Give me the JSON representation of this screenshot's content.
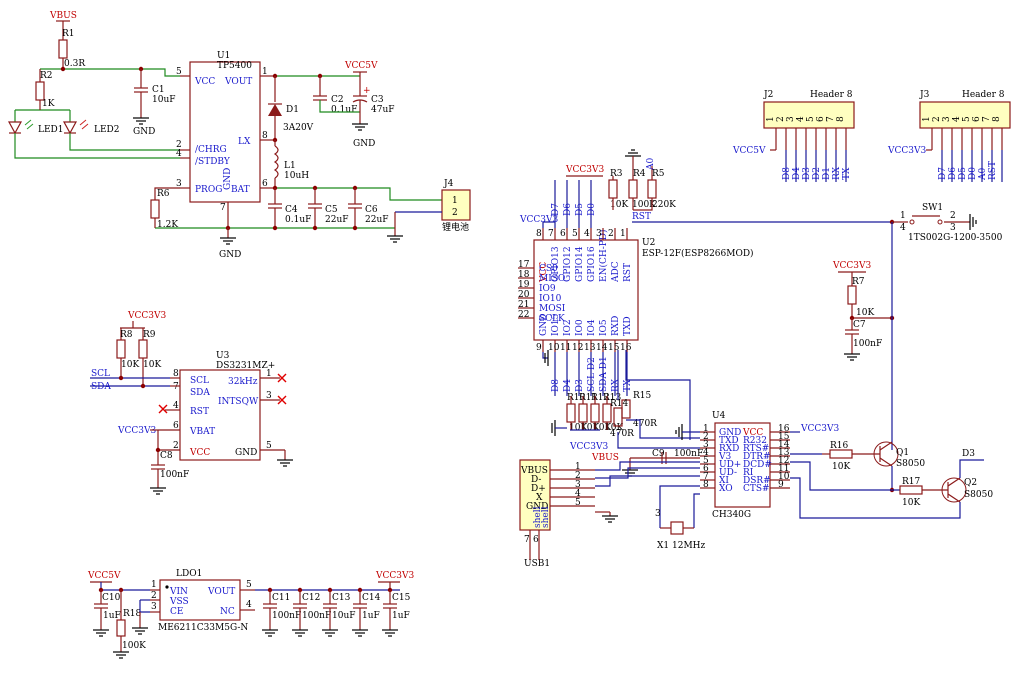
{
  "power": {
    "vbus": "VBUS",
    "vcc5v": "VCC5V",
    "vcc3v3": "VCC3V3",
    "gnd": "GND"
  },
  "charger": {
    "u1_ref": "U1",
    "u1_part": "TP5400",
    "pins": {
      "vcc": "VCC",
      "vout": "VOUT",
      "chrg": "/CHRG",
      "stdby": "/STDBY",
      "lx": "LX",
      "prog": "PROG",
      "bat": "BAT",
      "gnd": "GND"
    },
    "pin_nums": {
      "p5": "5",
      "p1": "1",
      "p2": "2",
      "p4": "4",
      "p8": "8",
      "p3": "3",
      "p6": "6",
      "p7": "7"
    },
    "r1": "R1",
    "r1_val": "0.3R",
    "r2": "R2",
    "r2_val": "1K",
    "r6": "R6",
    "r6_val": "1.2K",
    "c1": "C1",
    "c1_val": "10uF",
    "c2": "C2",
    "c2_val": "0.1uF",
    "c3": "C3",
    "c3_val": "47uF",
    "c4": "C4",
    "c4_val": "0.1uF",
    "c5": "C5",
    "c5_val": "22uF",
    "c6": "C6",
    "c6_val": "22uF",
    "d1": "D1",
    "d1_val": "3A20V",
    "l1": "L1",
    "l1_val": "10uH",
    "led1": "LED1",
    "led2": "LED2",
    "j4": "J4",
    "j4_p1": "1",
    "j4_p2": "2",
    "j4_val": "锂电池"
  },
  "rtc": {
    "u3_ref": "U3",
    "u3_part": "DS3231MZ+",
    "pins": {
      "scl": "SCL",
      "sda": "SDA",
      "rst": "RST",
      "vbat": "VBAT",
      "vcc": "VCC",
      "k32": "32kHz",
      "intsqw": "INTSQW",
      "gnd": "GND"
    },
    "pin_nums": {
      "p8": "8",
      "p7": "7",
      "p4": "4",
      "p6": "6",
      "p2": "2",
      "p1": "1",
      "p3": "3",
      "p5": "5"
    },
    "r8": "R8",
    "r8_val": "10K",
    "r9": "R9",
    "r9_val": "10K",
    "c8": "C8",
    "c8_val": "100nF",
    "scl": "SCL",
    "sda": "SDA"
  },
  "ldo": {
    "ref": "LDO1",
    "part": "ME6211C33M5G-N",
    "pins": {
      "vin": "VIN",
      "vss": "VSS",
      "ce": "CE",
      "vout": "VOUT",
      "nc": "NC"
    },
    "pin_nums": {
      "p1": "1",
      "p2": "2",
      "p3": "3",
      "p5": "5",
      "p4": "4"
    },
    "c10": "C10",
    "c10_val": "1uF",
    "r18": "R18",
    "r18_val": "100K",
    "c11": "C11",
    "c11_val": "100nF",
    "c12": "C12",
    "c12_val": "100nF",
    "c13": "C13",
    "c13_val": "10uF",
    "c14": "C14",
    "c14_val": "1uF",
    "c15": "C15",
    "c15_val": "1uF"
  },
  "esp": {
    "ref": "U2",
    "part": "ESP-12F(ESP8266MOD)",
    "top_pins": [
      "VCC",
      "GPIO13",
      "GPIO12",
      "GPIO14",
      "GPIO16",
      "EN(CH-PD)",
      "ADC",
      "RST"
    ],
    "top_nums": [
      "8",
      "7",
      "6",
      "5",
      "4",
      "3",
      "2",
      "1"
    ],
    "top_nets": [
      "D7",
      "D6",
      "D5",
      "D0"
    ],
    "left_pins": [
      "CS0",
      "MISO",
      "IO9",
      "IO10",
      "MOSI",
      "SCLK"
    ],
    "left_nums": [
      "17",
      "18",
      "19",
      "20",
      "21",
      "22"
    ],
    "bot_pins": [
      "GND",
      "IO15",
      "IO2",
      "IO0",
      "IO4",
      "IO5",
      "RXD",
      "TXD"
    ],
    "bot_nums": [
      "9",
      "10",
      "11",
      "12",
      "13",
      "14",
      "15",
      "16"
    ],
    "bot_nets": [
      "D8",
      "D4",
      "D3",
      "SCL D2",
      "SDA D1",
      "RX",
      "TX"
    ],
    "r3": "R3",
    "r3_val": "10K",
    "r4": "R4",
    "r4_val": "100K",
    "r5": "R5",
    "r5_val": "220K",
    "a0": "A0",
    "rst": "RST",
    "r7": "R7",
    "r7_val": "10K",
    "c7": "C7",
    "c7_val": "100nF",
    "r10": "R10",
    "r11": "R11",
    "r12": "R12",
    "r13": "R13",
    "r10_val": "10K",
    "r11_val": "10K",
    "r12_val": "10K",
    "r13_val": "10K",
    "r14": "R14",
    "r14_val": "470R",
    "r15": "R15",
    "r15_val": "470R"
  },
  "switch": {
    "ref": "SW1",
    "part": "1TS002G-1200-3500",
    "p1": "1",
    "p2": "2",
    "p3": "3",
    "p4": "4"
  },
  "headers": {
    "j2": "J2",
    "j2_type": "Header 8",
    "j3": "J3",
    "j3_type": "Header 8",
    "pins": [
      "1",
      "2",
      "3",
      "4",
      "5",
      "6",
      "7",
      "8"
    ],
    "j2_nets": [
      "D8",
      "D4",
      "D3",
      "D2",
      "D1",
      "RX",
      "TX"
    ],
    "j3_nets": [
      "D7",
      "D6",
      "D5",
      "D0",
      "A0",
      "RST"
    ]
  },
  "usb": {
    "ch340": {
      "ref": "U4",
      "part": "CH340G",
      "left": [
        "GND",
        "TXD",
        "RXD",
        "V3",
        "UD+",
        "UD-",
        "XI",
        "XO"
      ],
      "left_nums": [
        "1",
        "2",
        "3",
        "4",
        "5",
        "6",
        "7",
        "8"
      ],
      "right": [
        "VCC",
        "R232",
        "RTS#",
        "DTR#",
        "DCD#",
        "RI",
        "DSR#",
        "CTS#"
      ],
      "right_nums": [
        "16",
        "15",
        "14",
        "13",
        "12",
        "11",
        "10",
        "9"
      ]
    },
    "usb1": {
      "ref": "USB1",
      "pins": [
        "VBUS",
        "D-",
        "D+",
        "X",
        "GND"
      ],
      "nums": [
        "1",
        "2",
        "3",
        "4",
        "5"
      ],
      "shell1": "shell",
      "shell2": "shell",
      "p7": "7",
      "p6": "6"
    },
    "c9": "C9",
    "c9_val": "100nF",
    "x1": "X1",
    "x1_val": "12MHz",
    "r16": "R16",
    "r16_val": "10K",
    "r17": "R17",
    "r17_val": "10K",
    "q1": "Q1",
    "q1_val": "S8050",
    "q2": "Q2",
    "q2_val": "S8050",
    "d3": "D3"
  }
}
